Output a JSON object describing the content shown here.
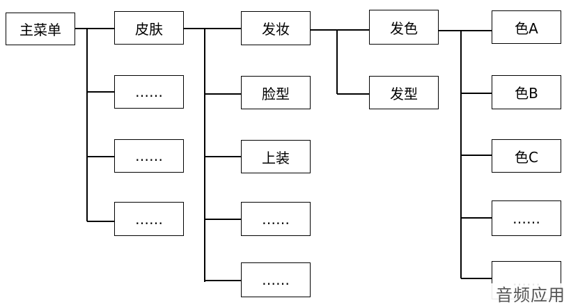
{
  "nodes": {
    "main": "主菜单",
    "skin": "皮肤",
    "more_1": "……",
    "more_2": "……",
    "more_3": "……",
    "hairstyle_makeup": "发妆",
    "face_shape": "脸型",
    "top_clothes": "上装",
    "more_4": "……",
    "more_5": "……",
    "hair_color": "发色",
    "hair_shape": "发型",
    "color_a": "色A",
    "color_b": "色B",
    "color_c": "色C",
    "more_6": "……",
    "more_7": "……"
  },
  "watermark": "音频应用"
}
